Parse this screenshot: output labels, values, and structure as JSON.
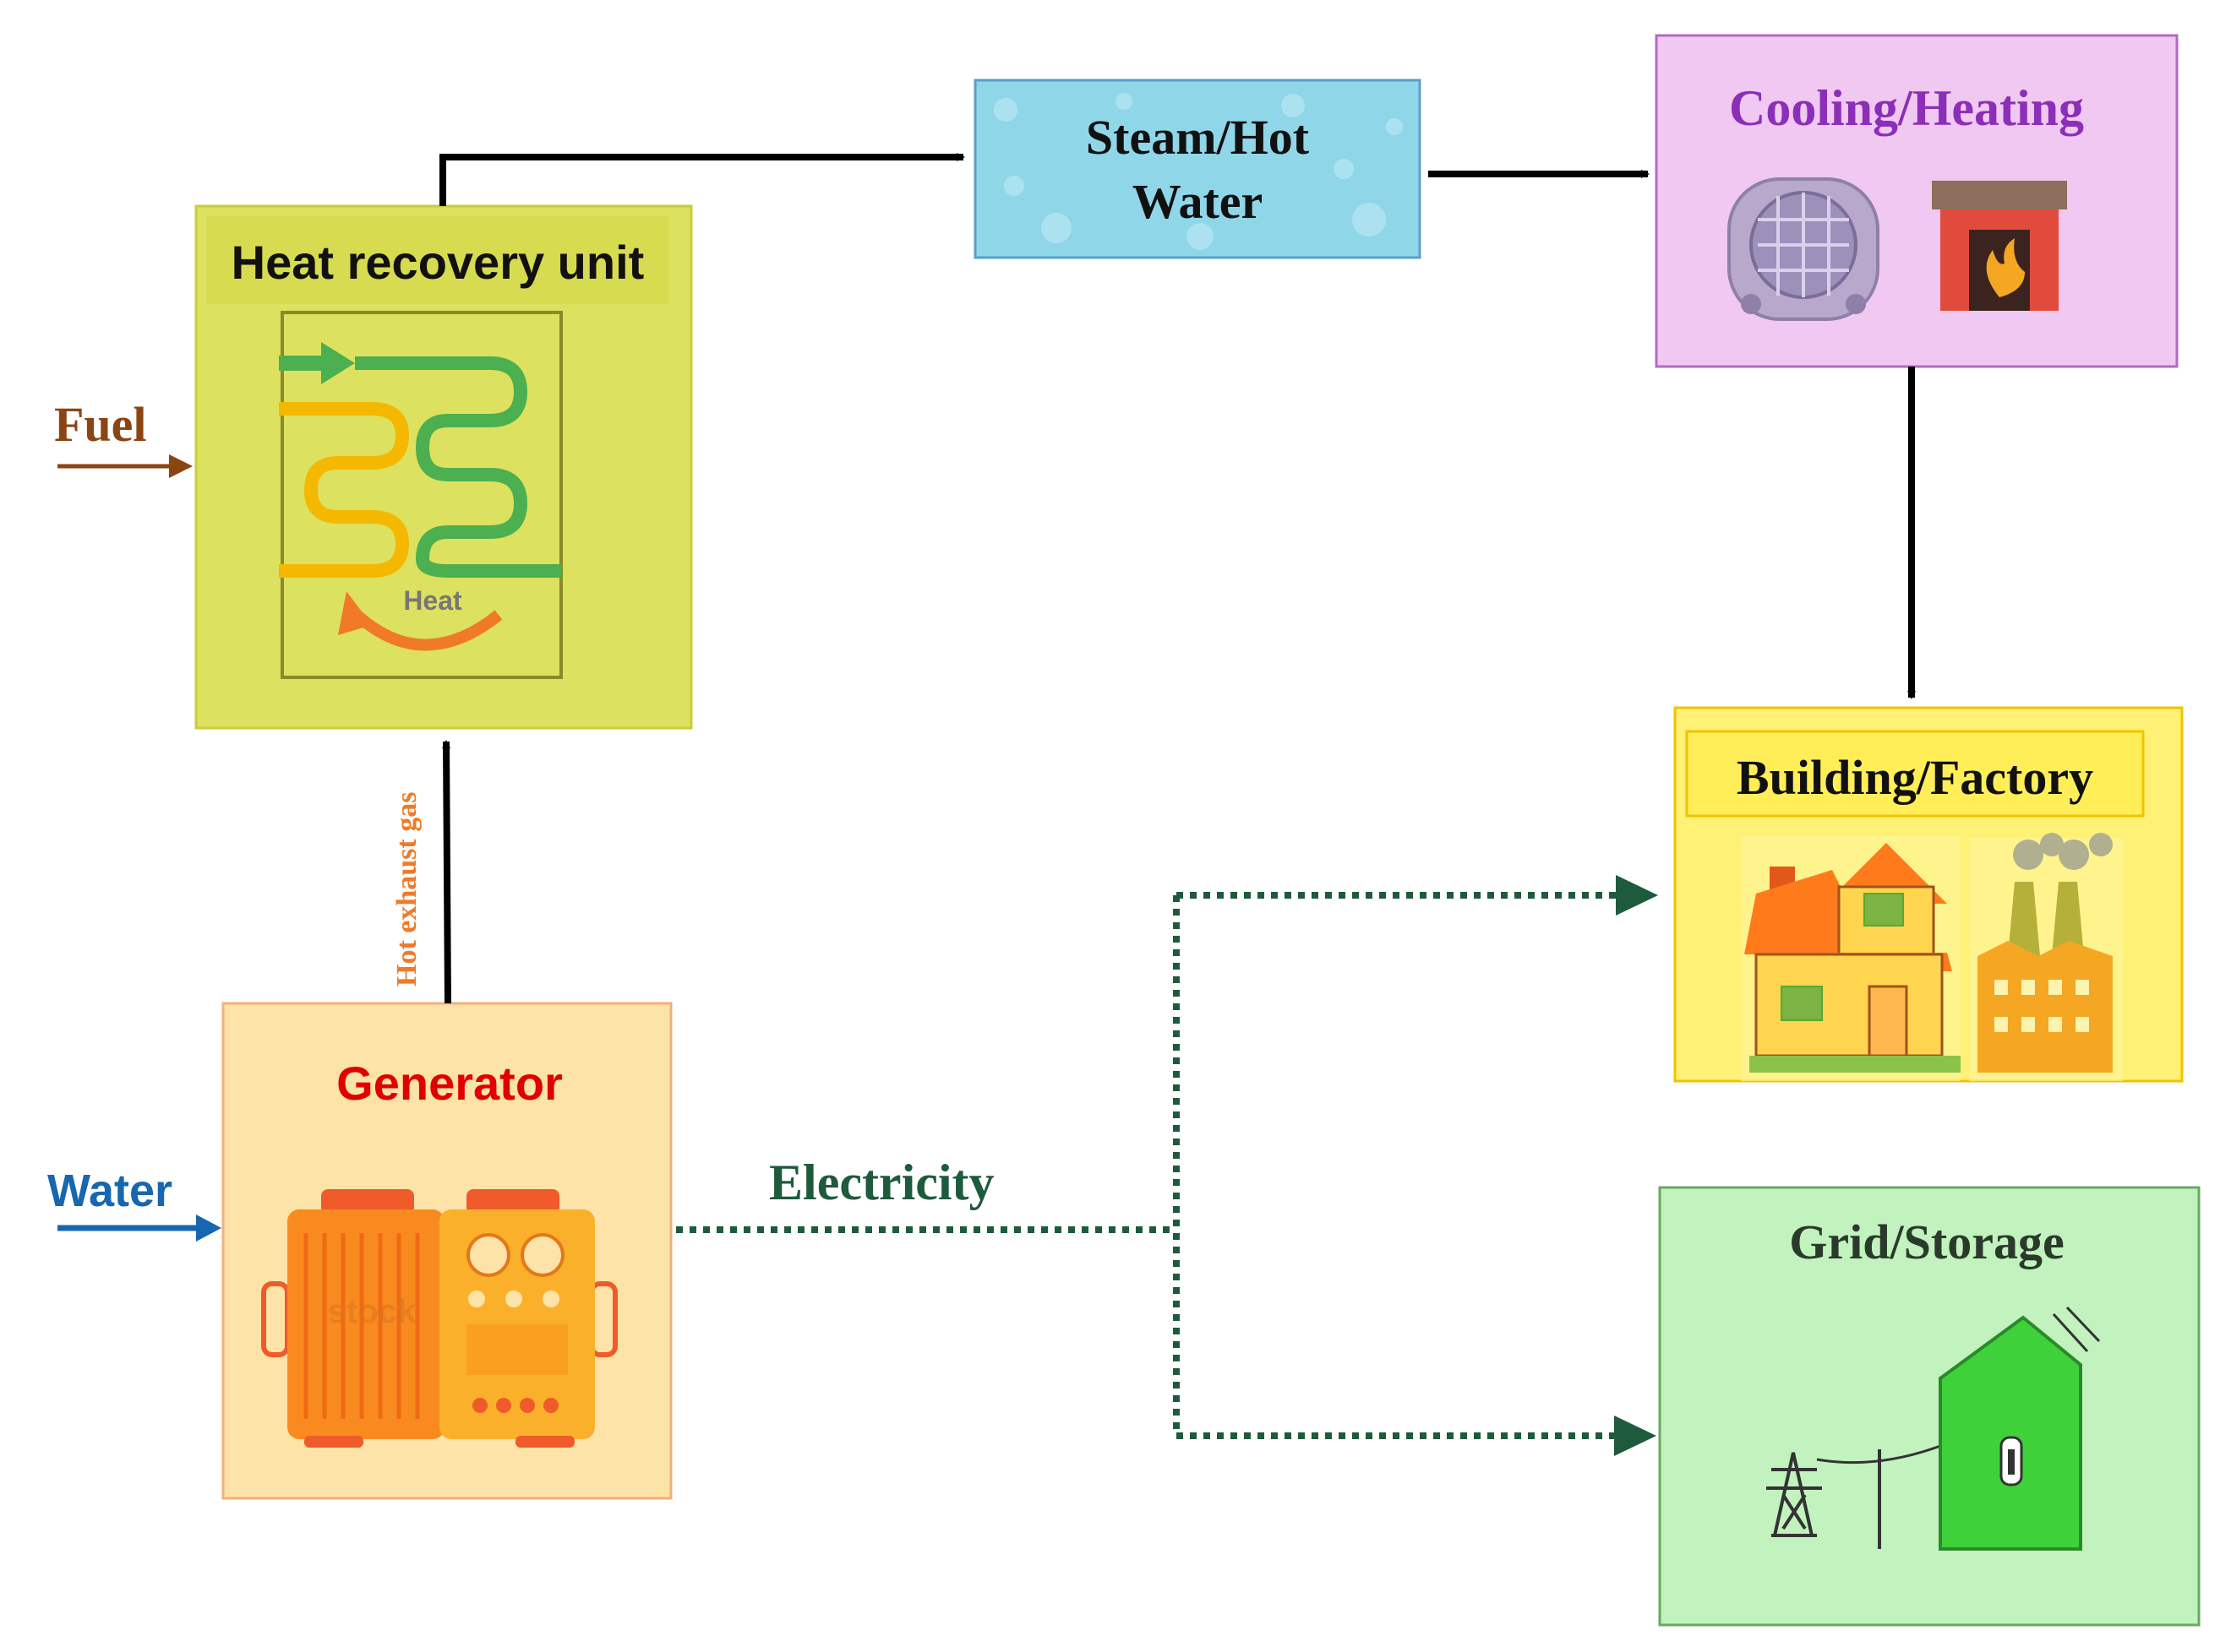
{
  "nodes": {
    "heat_recovery": {
      "title": "Heat recovery unit",
      "inner_label": "Heat"
    },
    "steam": {
      "line1": "Steam/Hot",
      "line2": "Water"
    },
    "cooling": {
      "title": "Cooling/Heating"
    },
    "building": {
      "title": "Building/Factory"
    },
    "generator": {
      "title": "Generator",
      "watermark": "stock"
    },
    "grid": {
      "title": "Grid/Storage"
    }
  },
  "inputs": {
    "fuel": "Fuel",
    "water": "Water"
  },
  "edge_labels": {
    "exhaust": "Hot  exhaust gas",
    "electricity": "Electricity"
  },
  "colors": {
    "heat_recovery_fill": "#dde160",
    "steam_fill": "#8fd6e8",
    "cooling_fill": "#f0c8f2",
    "cooling_text": "#8b2fb8",
    "building_fill": "#fff176",
    "generator_fill": "#fde3a7",
    "generator_text": "#e00000",
    "grid_fill": "#c2f2bd",
    "fuel_color": "#8b4513",
    "water_color": "#1766b0",
    "exhaust_color": "#f07a28",
    "electricity_color": "#1e5a3c"
  }
}
